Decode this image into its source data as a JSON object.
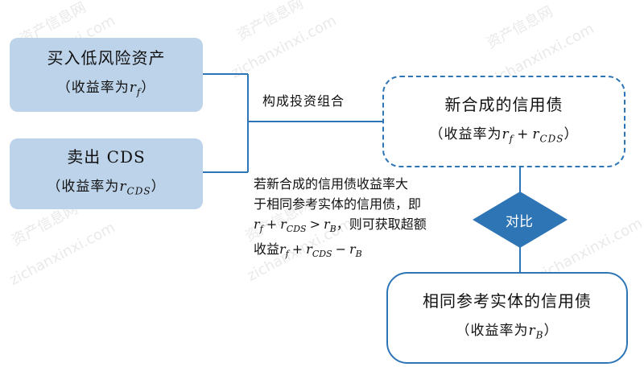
{
  "diagram": {
    "buy_low_risk": {
      "title": "买入低风险资产",
      "yield_prefix": "（收益率为",
      "yield_math": "r",
      "yield_sub": "f",
      "yield_suffix": "）"
    },
    "sell_cds": {
      "title": "卖出 CDS",
      "yield_prefix": "（收益率为",
      "yield_math": "r",
      "yield_sub": "CDS",
      "yield_suffix": "）"
    },
    "portfolio_label": "构成投资组合",
    "synthetic_bond": {
      "title": "新合成的信用债",
      "yield_prefix": "（收益率为",
      "r1": "r",
      "r1_sub": "f",
      "plus": "+",
      "r2": "r",
      "r2_sub": "CDS",
      "yield_suffix": "）"
    },
    "compare_label": "对比",
    "annotation": {
      "line1": "若新合成的信用债收益率大",
      "line2": "于相同参考实体的信用债，即",
      "ineq_r1": "r",
      "ineq_r1_sub": "f",
      "ineq_plus": "+",
      "ineq_r2": "r",
      "ineq_r2_sub": "CDS",
      "ineq_gt": ">",
      "ineq_r3": "r",
      "ineq_r3_sub": "B",
      "line3_suffix": "，则可获取超额",
      "line4_prefix": "收益",
      "ex_r1": "r",
      "ex_r1_sub": "f",
      "ex_plus": "+",
      "ex_r2": "r",
      "ex_r2_sub": "CDS",
      "ex_minus": "−",
      "ex_r3": "r",
      "ex_r3_sub": "B"
    },
    "reference_bond": {
      "title": "相同参考实体的信用债",
      "yield_prefix": "（收益率为",
      "yield_math": "r",
      "yield_sub": "B",
      "yield_suffix": "）"
    },
    "colors": {
      "box_fill": "#bcd3ea",
      "accent_blue": "#2e75b6",
      "diamond_fill": "#2e75b6"
    },
    "watermark": {
      "cn": "资产信息网",
      "en": "zichanxinxi.com"
    }
  }
}
